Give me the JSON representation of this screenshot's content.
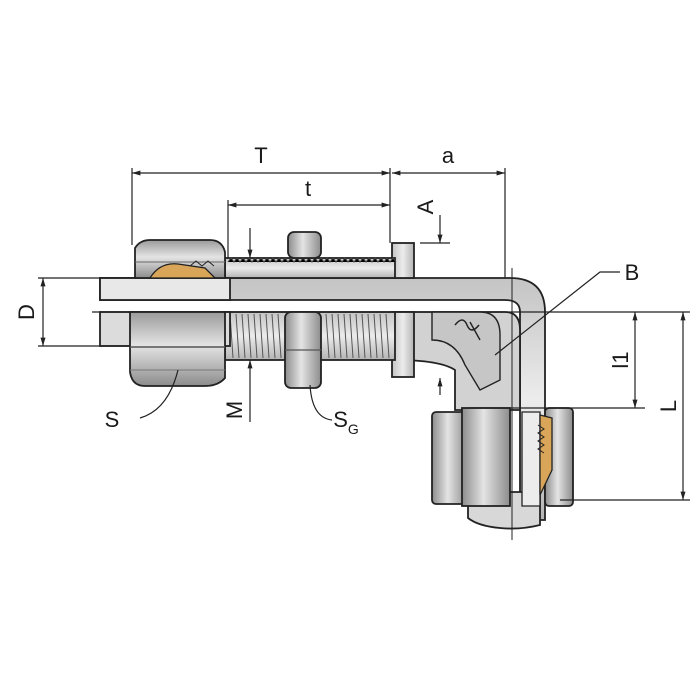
{
  "labels": {
    "T": "T",
    "t": "t",
    "a": "a",
    "A": "A",
    "B": "B",
    "D": "D",
    "l1": "l1",
    "L": "L",
    "S": "S",
    "M": "M",
    "SG_main": "S",
    "SG_sub": "G"
  },
  "colors": {
    "metal_light": "#dcdcdc",
    "metal_mid": "#b8b8b8",
    "metal_dark": "#8a8a8a",
    "ring_gold": "#d9a659",
    "outline": "#222222"
  }
}
